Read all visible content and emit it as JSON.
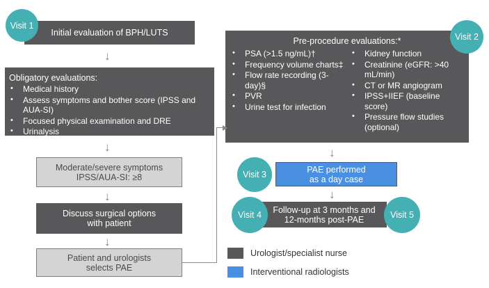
{
  "theme": {
    "dark_gray": "#58585a",
    "light_gray": "#d4d4d4",
    "blue": "#4a90e2",
    "teal": "#45b0b4",
    "arrow_gray": "#8a8a8a"
  },
  "visits": {
    "visit1": "Visit 1",
    "visit2": "Visit 2",
    "visit3": "Visit 3",
    "visit4": "Visit 4",
    "visit5": "Visit 5"
  },
  "nodes": {
    "initial_evaluation": "Initial evaluation of BPH/LUTS",
    "obligatory": {
      "heading": "Obligatory evaluations:",
      "items": [
        "Medical history",
        "Assess symptoms and bother score (IPSS and AUA-SI)",
        "Focused physical examination and DRE",
        "Urinalysis"
      ]
    },
    "moderate_severe": {
      "line1": "Moderate/severe symptoms",
      "line2": "IPSS/AUA-SI: ≥8"
    },
    "discuss_surgical": {
      "line1": "Discuss surgical options",
      "line2": "with patient"
    },
    "selects_pae": {
      "line1": "Patient and urologists",
      "line2": "selects PAE"
    },
    "preprocedure": {
      "heading": "Pre-procedure evaluations:*",
      "left_items": [
        "PSA (>1.5 ng/mL)†",
        "Frequency volume charts‡",
        "Flow rate recording (3-day)§",
        "PVR",
        "Urine test for infection"
      ],
      "right_items": [
        "Kidney function",
        "Creatinine (eGFR: >40 mL/min)",
        "CT or MR angiogram",
        "IPSS+IIEF (baseline score)",
        "Pressure flow studies (optional)"
      ]
    },
    "pae_performed": {
      "line1": "PAE performed",
      "line2": "as a day case"
    },
    "followup": {
      "line1": "Follow-up at 3 months and",
      "line2": "12-months post-PAE"
    }
  },
  "legend": {
    "items": [
      {
        "label": "Urologist/specialist nurse",
        "color": "#58585a"
      },
      {
        "label": "Interventional radiologists",
        "color": "#4a90e2"
      }
    ]
  },
  "arrows": {
    "glyph": "↓"
  }
}
